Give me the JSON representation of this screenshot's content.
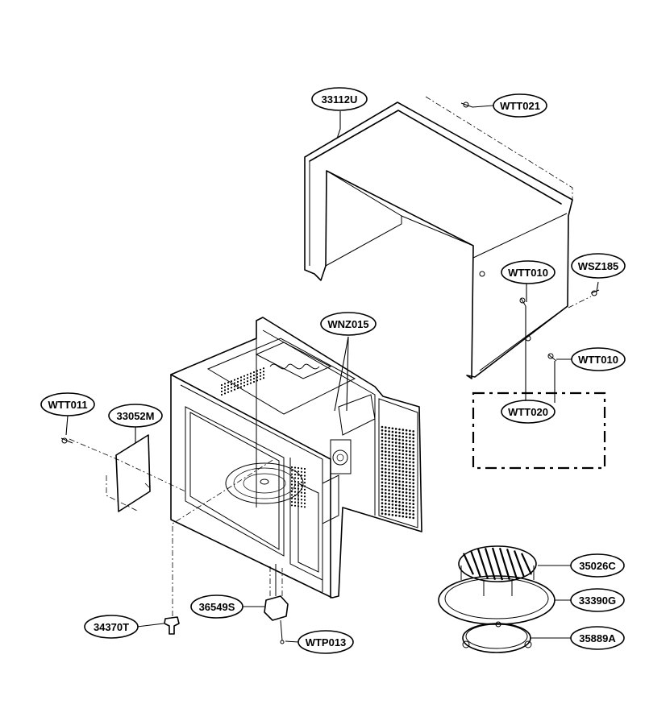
{
  "parts": {
    "p33112U": "33112U",
    "pWTT021": "WTT021",
    "pWSZ185": "WSZ185",
    "pWTT010a": "WTT010",
    "pWTT010b": "WTT010",
    "pWTT020": "WTT020",
    "pWNZ015": "WNZ015",
    "pWTT011": "WTT011",
    "p33052M": "33052M",
    "p35026C": "35026C",
    "p33390G": "33390G",
    "p35889A": "35889A",
    "p36549S": "36549S",
    "p34370T": "34370T",
    "pWTP013": "WTP013"
  }
}
